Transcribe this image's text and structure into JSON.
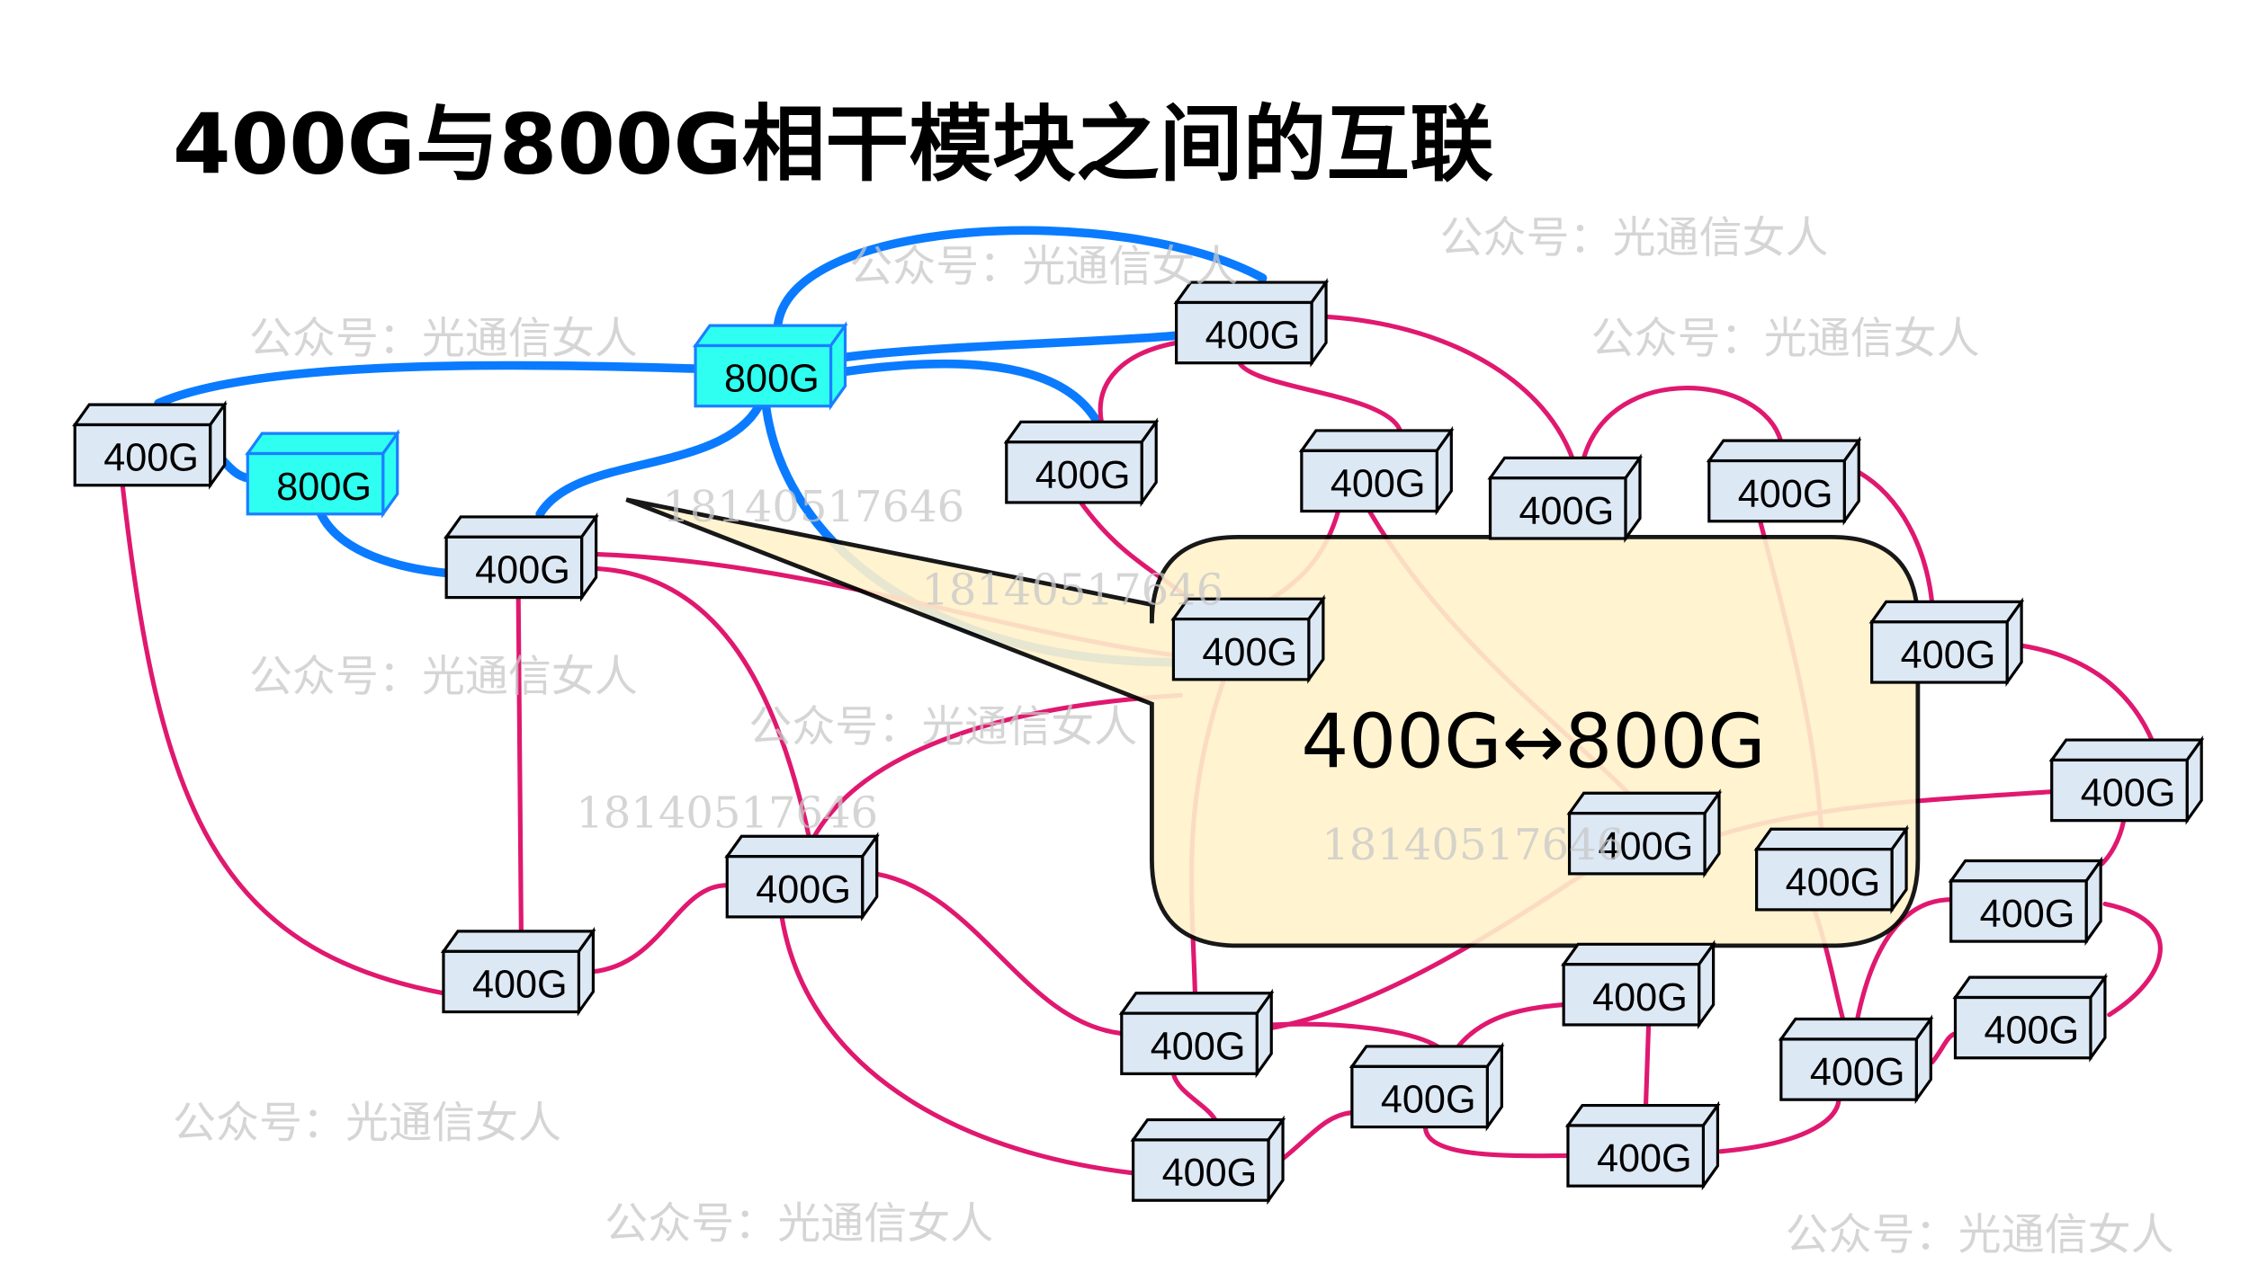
{
  "title": "400G与800G相干模块之间的互联",
  "callout": {
    "text": "400G↔800G",
    "fill": "#fff2cc"
  },
  "colors": {
    "link_800g": "#0a7bff",
    "link_400g": "#e0186f",
    "node_400g": "#dde8f5",
    "node_800g": "#2efff0",
    "node_800g_border": "#1a7fff"
  },
  "watermarks": {
    "account": "公众号：光通信女人",
    "phone": "18140517646"
  },
  "nodes": [
    {
      "label": "400G",
      "type": "400G"
    },
    {
      "label": "800G",
      "type": "800G"
    },
    {
      "label": "800G",
      "type": "800G"
    },
    {
      "label": "400G",
      "type": "400G"
    },
    {
      "label": "400G",
      "type": "400G"
    },
    {
      "label": "400G",
      "type": "400G"
    },
    {
      "label": "400G",
      "type": "400G"
    },
    {
      "label": "400G",
      "type": "400G"
    },
    {
      "label": "400G",
      "type": "400G"
    },
    {
      "label": "400G",
      "type": "400G"
    },
    {
      "label": "400G",
      "type": "400G"
    },
    {
      "label": "400G",
      "type": "400G"
    },
    {
      "label": "400G",
      "type": "400G"
    },
    {
      "label": "400G",
      "type": "400G"
    },
    {
      "label": "400G",
      "type": "400G"
    },
    {
      "label": "400G",
      "type": "400G"
    },
    {
      "label": "400G",
      "type": "400G"
    },
    {
      "label": "400G",
      "type": "400G"
    },
    {
      "label": "400G",
      "type": "400G"
    },
    {
      "label": "400G",
      "type": "400G"
    },
    {
      "label": "400G",
      "type": "400G"
    },
    {
      "label": "400G",
      "type": "400G"
    },
    {
      "label": "400G",
      "type": "400G"
    },
    {
      "label": "400G",
      "type": "400G"
    }
  ]
}
